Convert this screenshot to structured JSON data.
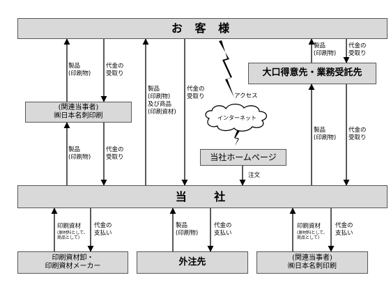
{
  "nodes": {
    "customer": "お 客 様",
    "related_top": [
      "(関連当事者)",
      "㈱日本名刺印刷"
    ],
    "major_client": "大口得意先・業務受託先",
    "homepage": "当社ホームページ",
    "company": "当 　社",
    "supplier": [
      "印刷資材卸・",
      "印刷資材メーカー"
    ],
    "outsource": "外注先",
    "related_bottom": [
      "(関連当事者)",
      "㈱日本名刺印刷"
    ]
  },
  "labels": {
    "products_print": [
      "製品",
      "(印刷物)"
    ],
    "payment_received": [
      "代金の",
      "受取り"
    ],
    "products_and_goods": [
      "製品",
      "(印刷物)",
      "及び商品",
      "(印刷資材)"
    ],
    "access": "アクセス",
    "internet": "インターネット",
    "order": "注文",
    "print_materials": "印刷資材",
    "materials_note": [
      "(原材料として、",
      "商品として)"
    ],
    "payment_paid": [
      "代金の",
      "支払い"
    ]
  },
  "colors": {
    "box_fill": "#d9d9d9",
    "line": "#000000"
  }
}
